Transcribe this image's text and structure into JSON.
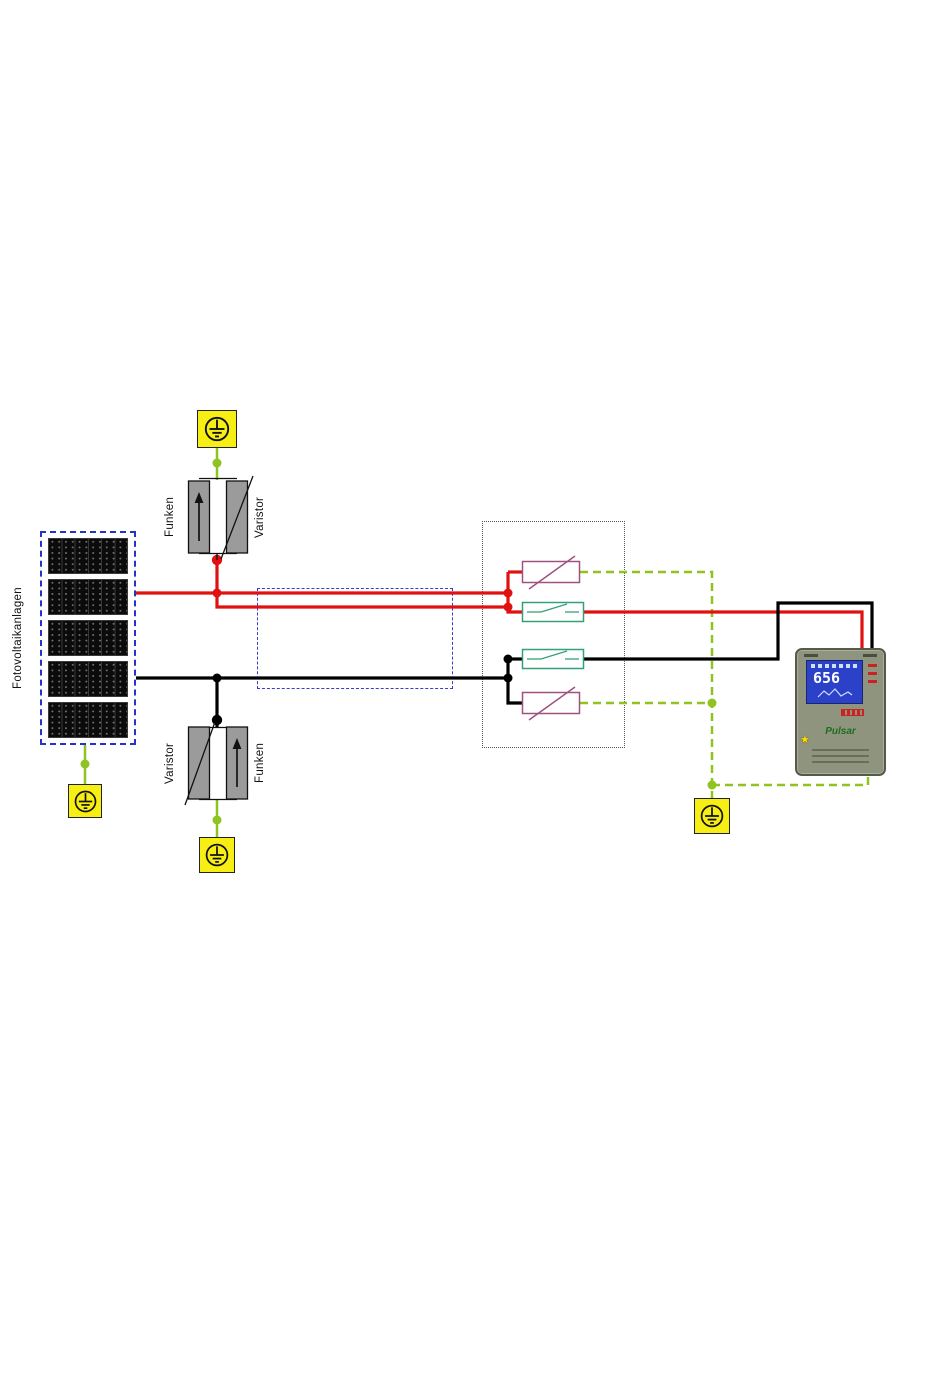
{
  "diagram": {
    "pv_array": {
      "label": "Fotovoltaikanlagen",
      "module_count": 5
    },
    "surge_protector_top": {
      "left_label": "Funken",
      "right_label": "Varistor"
    },
    "surge_protector_bottom": {
      "left_label": "Varistor",
      "right_label": "Funken"
    },
    "charge_controller": {
      "brand": "Pulsar",
      "display_value": "656",
      "star_icon": "★"
    },
    "colors": {
      "positive_wire": "#e01111",
      "negative_wire": "#000000",
      "ground_wire": "#8fc31f",
      "ground_symbol_bg": "#f7ee14",
      "pv_box_border": "#2433cc",
      "inner_box_border": "#3a3ace",
      "fuse_border": "#a0527f",
      "switch_border": "#35a077",
      "controller_body": "#8f947f",
      "display_bg": "#2a41c8"
    }
  }
}
